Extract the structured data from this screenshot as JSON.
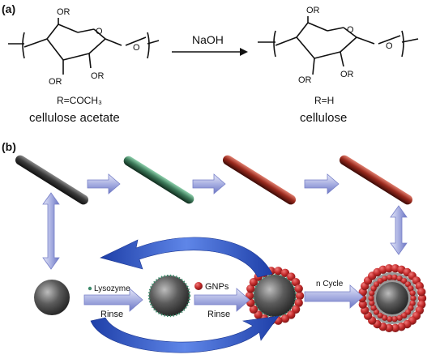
{
  "panel_a": {
    "label": "(a)",
    "left": {
      "sub_top": "OR",
      "ring_o": "O",
      "link_o": "O",
      "sub_bl": "OR",
      "sub_br": "OR",
      "r_def": "R=COCH₃",
      "name": "cellulose acetate"
    },
    "arrow_label": "NaOH",
    "right": {
      "sub_top": "OR",
      "ring_o": "O",
      "link_o": "O",
      "sub_bl": "OR",
      "sub_br": "OR",
      "r_def": "R=H",
      "name": "cellulose"
    }
  },
  "panel_b": {
    "label": "(b)",
    "step1_reagent": "Lysozyme",
    "step1_sub": "Rinse",
    "step2_reagent": "GNPs",
    "step2_sub": "Rinse",
    "step3_label": "n Cycle"
  },
  "colors": {
    "rod_bare": "#3a3a3a",
    "rod_green": "#3d7a5a",
    "rod_red": "#9b2a1e",
    "gnp_red": "#b8282c",
    "arrow_blue": "#2f55c7",
    "arrow_lavender": "#b8bde6"
  }
}
